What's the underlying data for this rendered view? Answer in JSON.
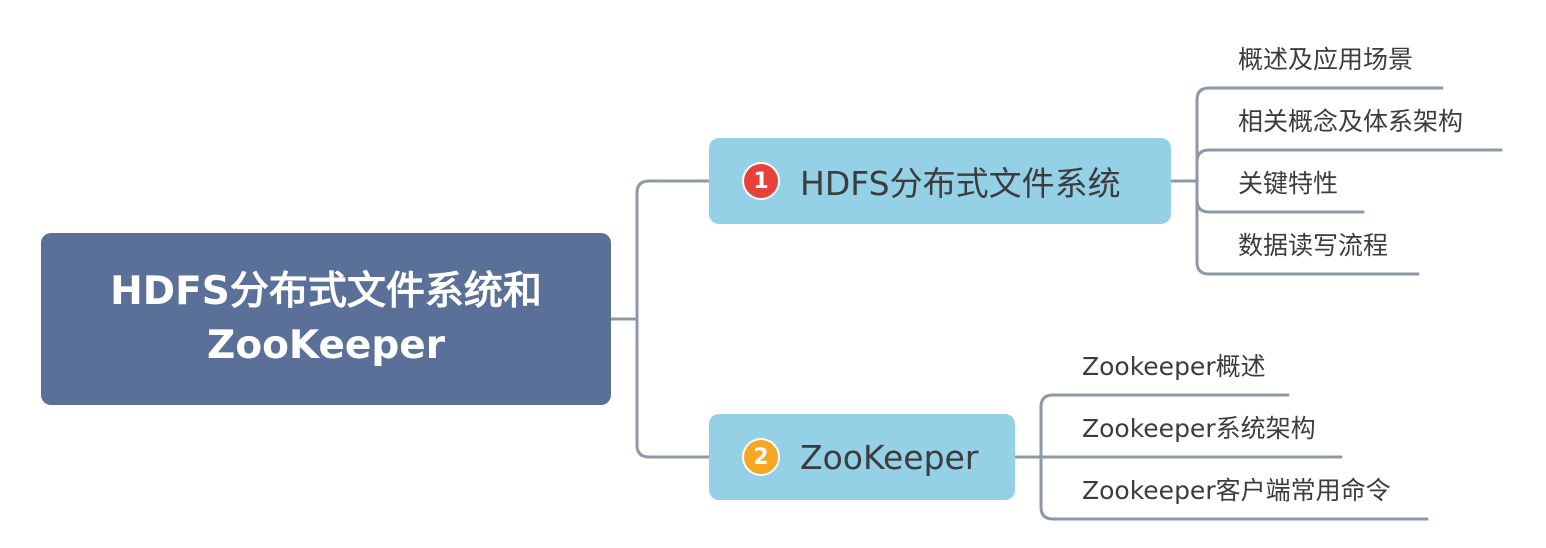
{
  "root": {
    "line1": "HDFS分布式文件系统和",
    "line2": "ZooKeeper"
  },
  "branches": [
    {
      "number": "1",
      "badge_color": "#e8413a",
      "label": "HDFS分布式文件系统",
      "children": [
        "概述及应用场景",
        "相关概念及体系架构",
        "关键特性",
        "数据读写流程"
      ]
    },
    {
      "number": "2",
      "badge_color": "#f5a623",
      "label": "ZooKeeper",
      "children": [
        "Zookeeper概述",
        "Zookeeper系统架构",
        "Zookeeper客户端常用命令"
      ]
    }
  ],
  "colors": {
    "root_fill": "#5a7098",
    "branch_fill": "#94d1e6",
    "connector": "#8e99a8"
  }
}
